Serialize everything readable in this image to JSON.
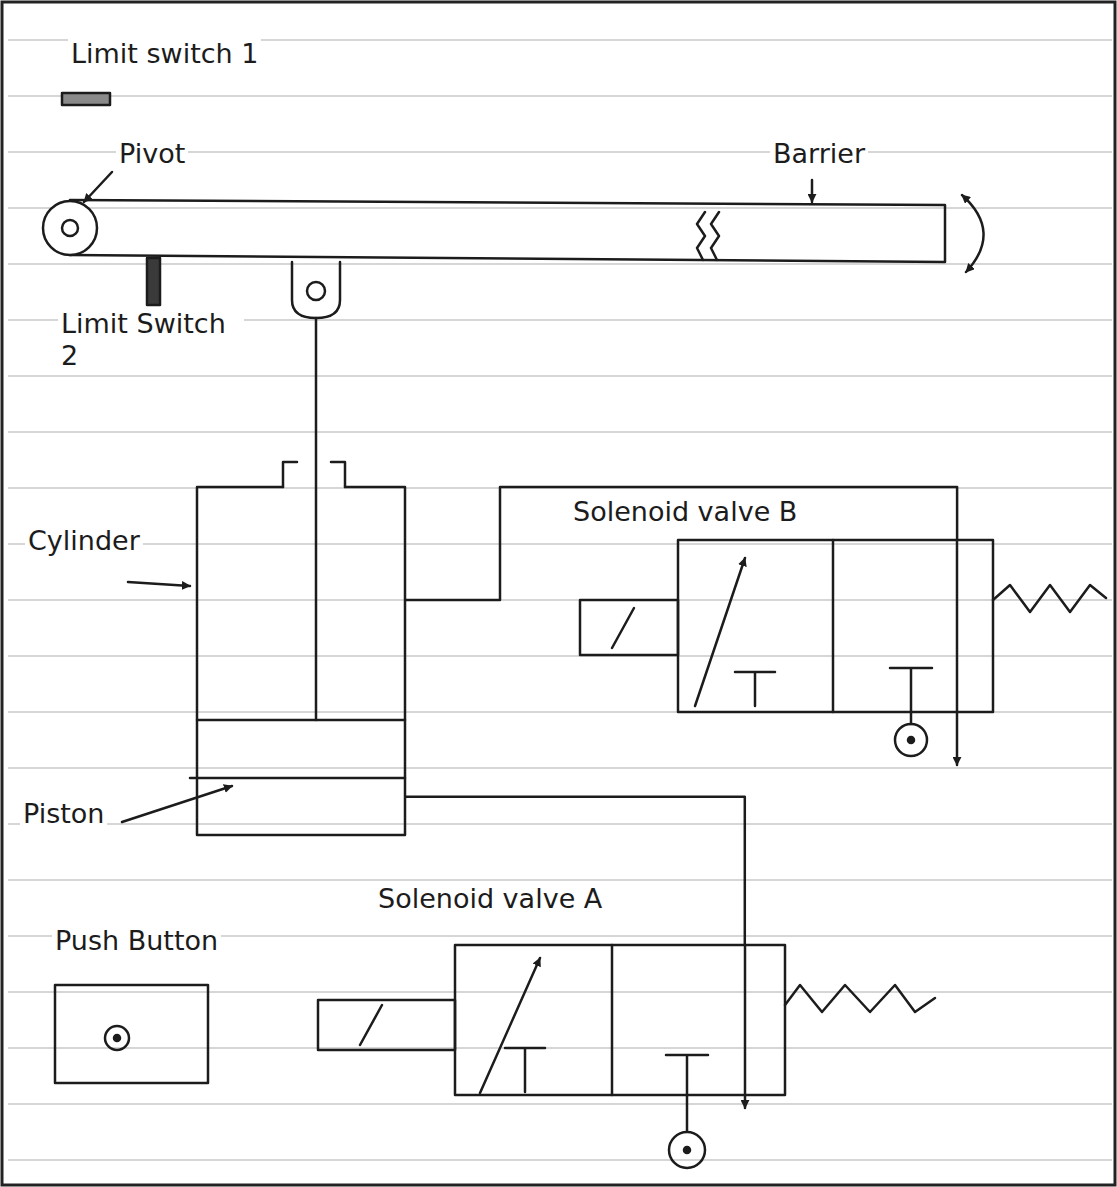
{
  "diagram": {
    "nodes": [
      {
        "text": [
          "Cylinder"
        ]
      },
      {
        "text": [
          "Solenoid valve B"
        ]
      },
      {
        "text": [
          "Push Button"
        ]
      },
      {
        "text": [
          "Solenoid valve A"
        ]
      }
    ],
    "edges": [
      {
        "from": 0,
        "to": 1,
        "arrow": "none"
      },
      {
        "from": 0,
        "to": 3,
        "arrow": "none"
      }
    ],
    "labels": [
      "Limit switch 1",
      "Pivot",
      "Barrier",
      "Limit Switch 2",
      "Piston"
    ]
  }
}
